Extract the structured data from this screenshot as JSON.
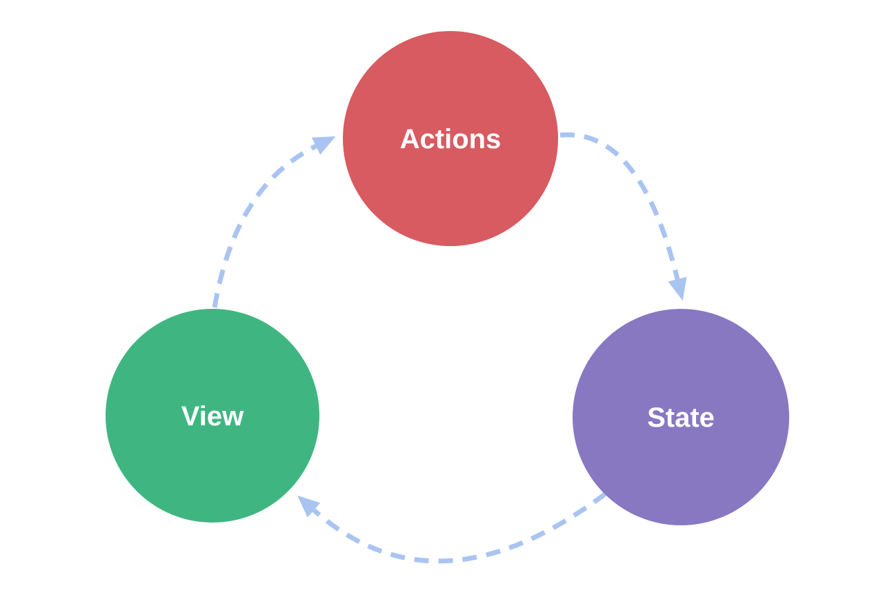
{
  "diagram": {
    "type": "cycle",
    "description": "One-way data flow cycle",
    "arrow_color": "#aac4f2",
    "text_color": "#ffffff",
    "background_color": "#ffffff",
    "nodes": {
      "actions": {
        "label": "Actions",
        "color": "#d75b60"
      },
      "state": {
        "label": "State",
        "color": "#8878c2"
      },
      "view": {
        "label": "View",
        "color": "#3fb681"
      }
    },
    "edges": [
      {
        "from": "Actions",
        "to": "State"
      },
      {
        "from": "State",
        "to": "View"
      },
      {
        "from": "View",
        "to": "Actions"
      }
    ]
  }
}
